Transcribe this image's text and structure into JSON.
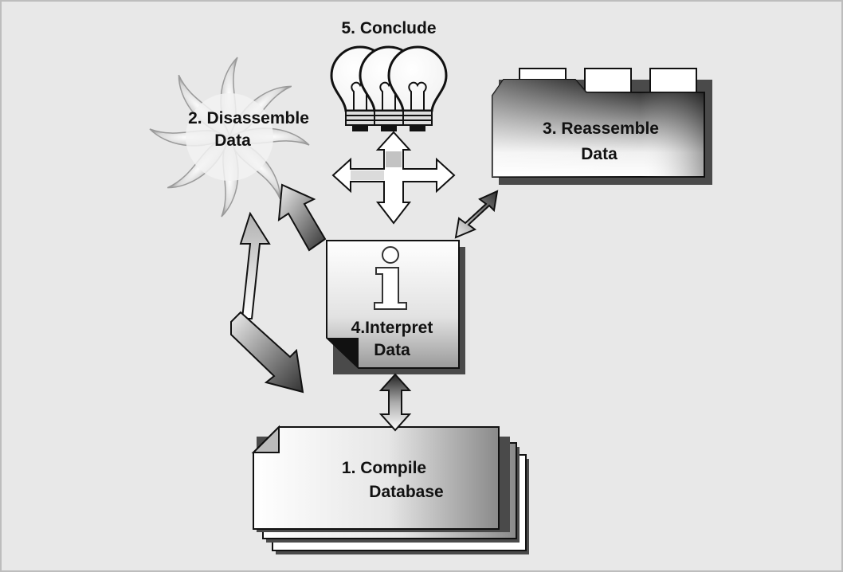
{
  "diagram": {
    "colors": {
      "background": "#e8e8e8",
      "frame_border": "#bdbdbd",
      "paper_light": "#f4f4f4",
      "paper_dark": "#8e8e8e",
      "shadow": "#5a5a5a",
      "ink": "#111111"
    },
    "steps": {
      "compile": {
        "line1": "1. Compile",
        "line2": "Database",
        "icon": "stacked-documents-icon"
      },
      "disassemble": {
        "line1": "2. Disassemble",
        "line2": "Data",
        "icon": "pinwheel-flower-icon"
      },
      "reassemble": {
        "line1": "3.  Reassemble",
        "line2": "Data",
        "icon": "file-folder-icon"
      },
      "interpret": {
        "line1": "4.Interpret",
        "line2": "Data",
        "icon": "info-page-icon",
        "symbol": "i"
      },
      "conclude": {
        "line1": "5. Conclude",
        "icon": "lightbulbs-icon"
      }
    }
  }
}
